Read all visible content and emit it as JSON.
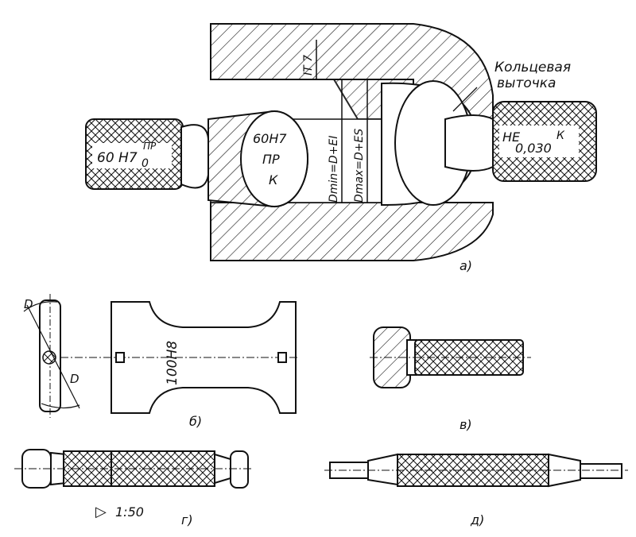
{
  "figure_a": {
    "caption": "a)",
    "callout": [
      "Кольцевая",
      "выточка"
    ],
    "handle_left_label": "60 H7",
    "handle_left_sup": "ПР",
    "handle_left_sub": "0",
    "go_plug_lines": [
      "60H7",
      "ПР",
      "К"
    ],
    "handle_right_label": "НЕ",
    "handle_right_sub": "0,030",
    "handle_right_sup": "К",
    "dim_it7": "IT 7",
    "dim_dmin": "Dmin=D+EI",
    "dim_dmax": "Dmax=D+ES"
  },
  "figure_b": {
    "caption": "б)",
    "label_100": "100Н8",
    "label_D_top": "D",
    "label_D_bottom": "D"
  },
  "figure_v": {
    "caption": "в)"
  },
  "figure_g": {
    "caption": "г)",
    "taper": "1:50",
    "taper_symbol": "▷"
  },
  "figure_d": {
    "caption": "д)"
  },
  "colors": {
    "ink": "#111111",
    "paper": "#ffffff"
  },
  "icons": {
    "taper_symbol": "taper-triangle-icon"
  }
}
